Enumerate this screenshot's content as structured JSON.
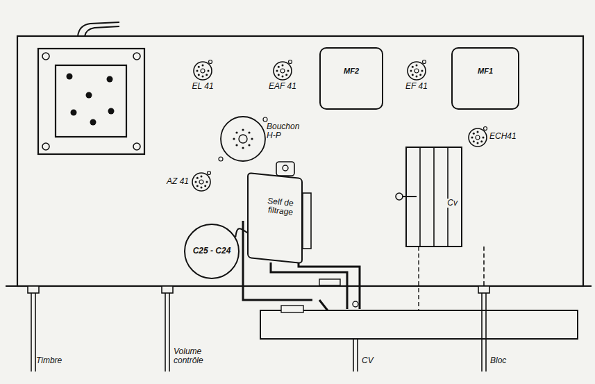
{
  "diagram": {
    "nodes": [
      {
        "text": [
          "EL 41"
        ]
      },
      {
        "text": [
          "EAF 41"
        ]
      },
      {
        "text": [
          "MF2"
        ]
      },
      {
        "text": [
          "EF 41"
        ]
      },
      {
        "text": [
          "MF1"
        ]
      },
      {
        "text": [
          "Bouchon H-P"
        ]
      },
      {
        "text": [
          "ECH41"
        ]
      },
      {
        "text": [
          "AZ 41"
        ]
      },
      {
        "text": [
          "Self de filtrage"
        ]
      },
      {
        "text": [
          "Cv"
        ]
      },
      {
        "text": [
          "C25 - C24"
        ]
      }
    ],
    "edges": [
      {
        "from": 8,
        "to": 10,
        "arrow": "none"
      }
    ],
    "labels": [
      "Timbre",
      "Volume contrôle",
      "CV",
      "Bloc"
    ]
  }
}
